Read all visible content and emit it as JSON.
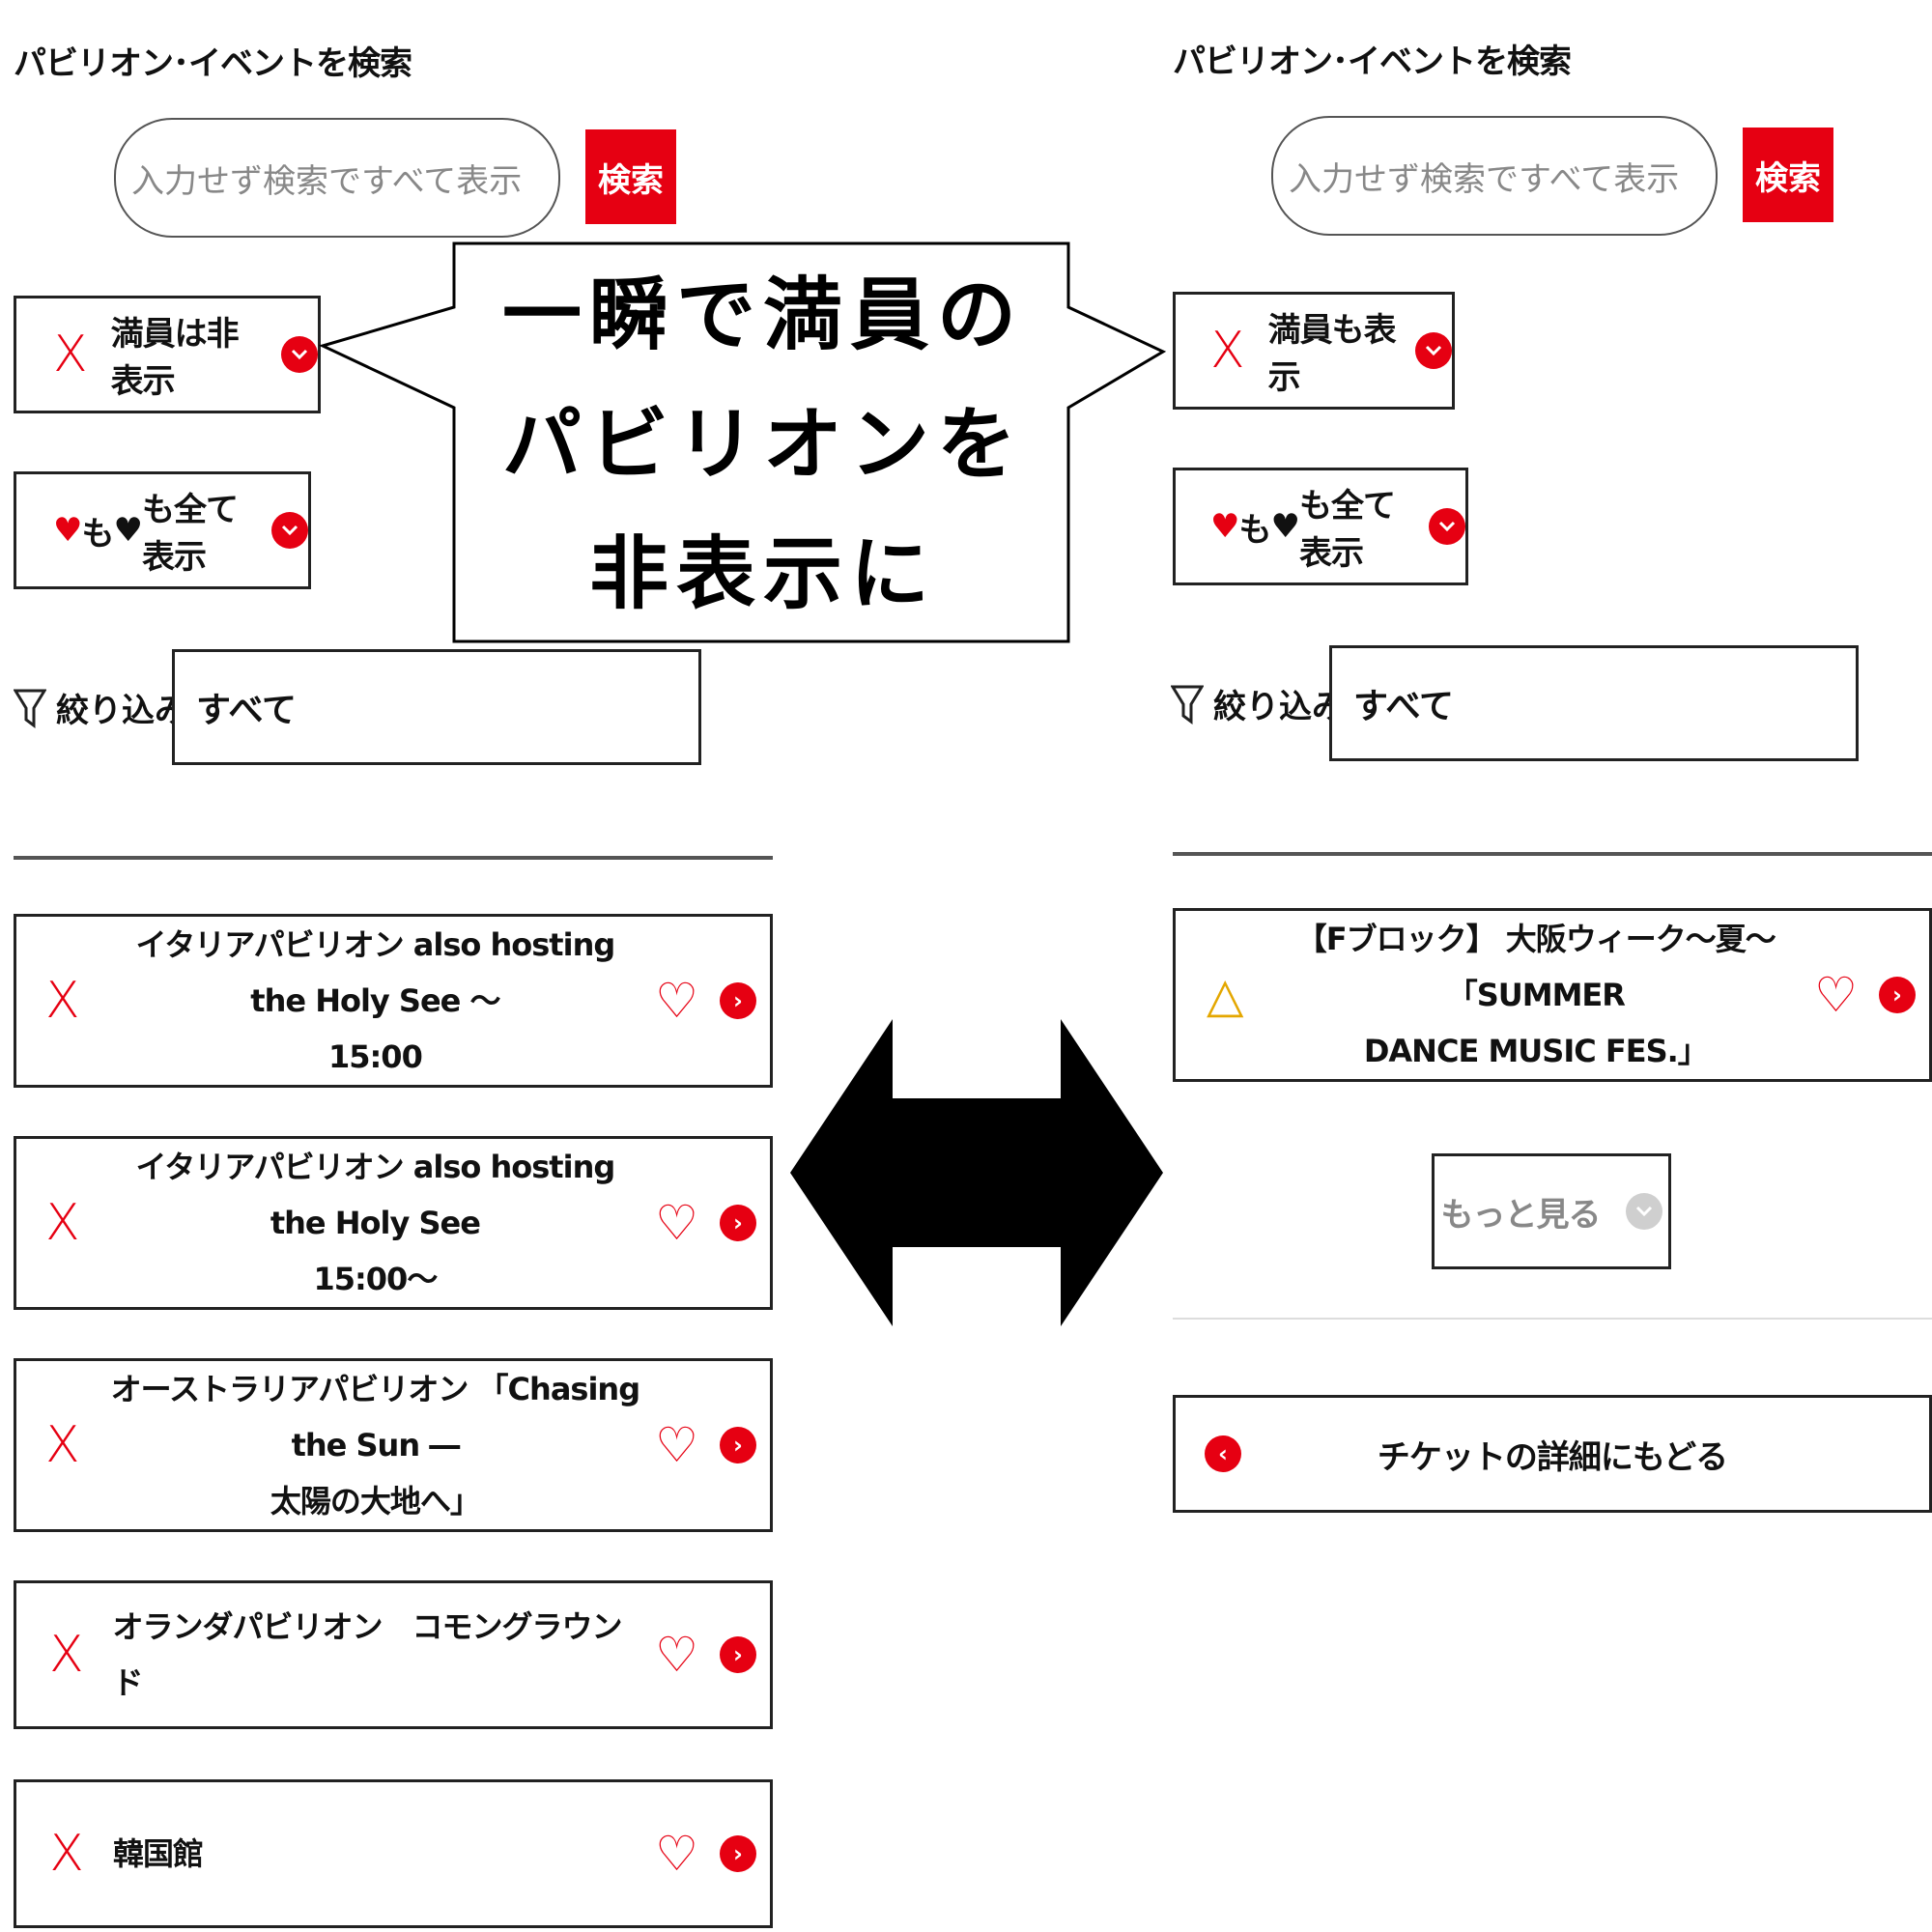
{
  "panels": {
    "left": {
      "heading": "パビリオン･イベントを検索",
      "search_placeholder": "入力せず検索ですべて表示",
      "search_button": "検索",
      "full_toggle": "満員は非表示",
      "fav_filter_prefix": "も",
      "fav_filter_suffix": "も全て表示",
      "filter_label": "絞り込み",
      "filter_value": "すべて",
      "events": [
        {
          "status": "X",
          "line1": "イタリアパビリオン also hosting the Holy See ～",
          "line2": "15:00"
        },
        {
          "status": "X",
          "line1": "イタリアパビリオン also hosting the Holy See",
          "line2": "15:00～"
        },
        {
          "status": "X",
          "line1": "オーストラリアパビリオン 「Chasing the Sun ―",
          "line2": "太陽の大地へ」"
        },
        {
          "status": "X",
          "line1": "オランダパビリオン　コモングラウンド",
          "line2": ""
        },
        {
          "status": "X",
          "line1": "韓国館",
          "line2": ""
        }
      ]
    },
    "right": {
      "heading": "パビリオン･イベントを検索",
      "search_placeholder": "入力せず検索ですべて表示",
      "search_button": "検索",
      "full_toggle": "満員も表示",
      "fav_filter_prefix": "も",
      "fav_filter_suffix": "も全て表示",
      "filter_label": "絞り込み",
      "filter_value": "すべて",
      "events": [
        {
          "status": "△",
          "line1": "【Fブロック】 大阪ウィーク～夏～「SUMMER",
          "line2": "DANCE MUSIC FES.」"
        }
      ],
      "more_button": "もっと見る",
      "back_button": "チケットの詳細にもどる"
    }
  },
  "callout": {
    "line1": "一瞬で満員の",
    "line2": "パビリオンを",
    "line3": "非表示に"
  },
  "icons": {
    "status_full": "X",
    "status_few": "△",
    "heart_outline": "♡",
    "heart_filled": "♥",
    "chevron_right": "›",
    "chevron_left": "‹",
    "chevron_down": "⌄"
  },
  "colors": {
    "accent": "#e60012",
    "warning": "#e4a700",
    "border": "#222222",
    "divider": "#555555"
  }
}
